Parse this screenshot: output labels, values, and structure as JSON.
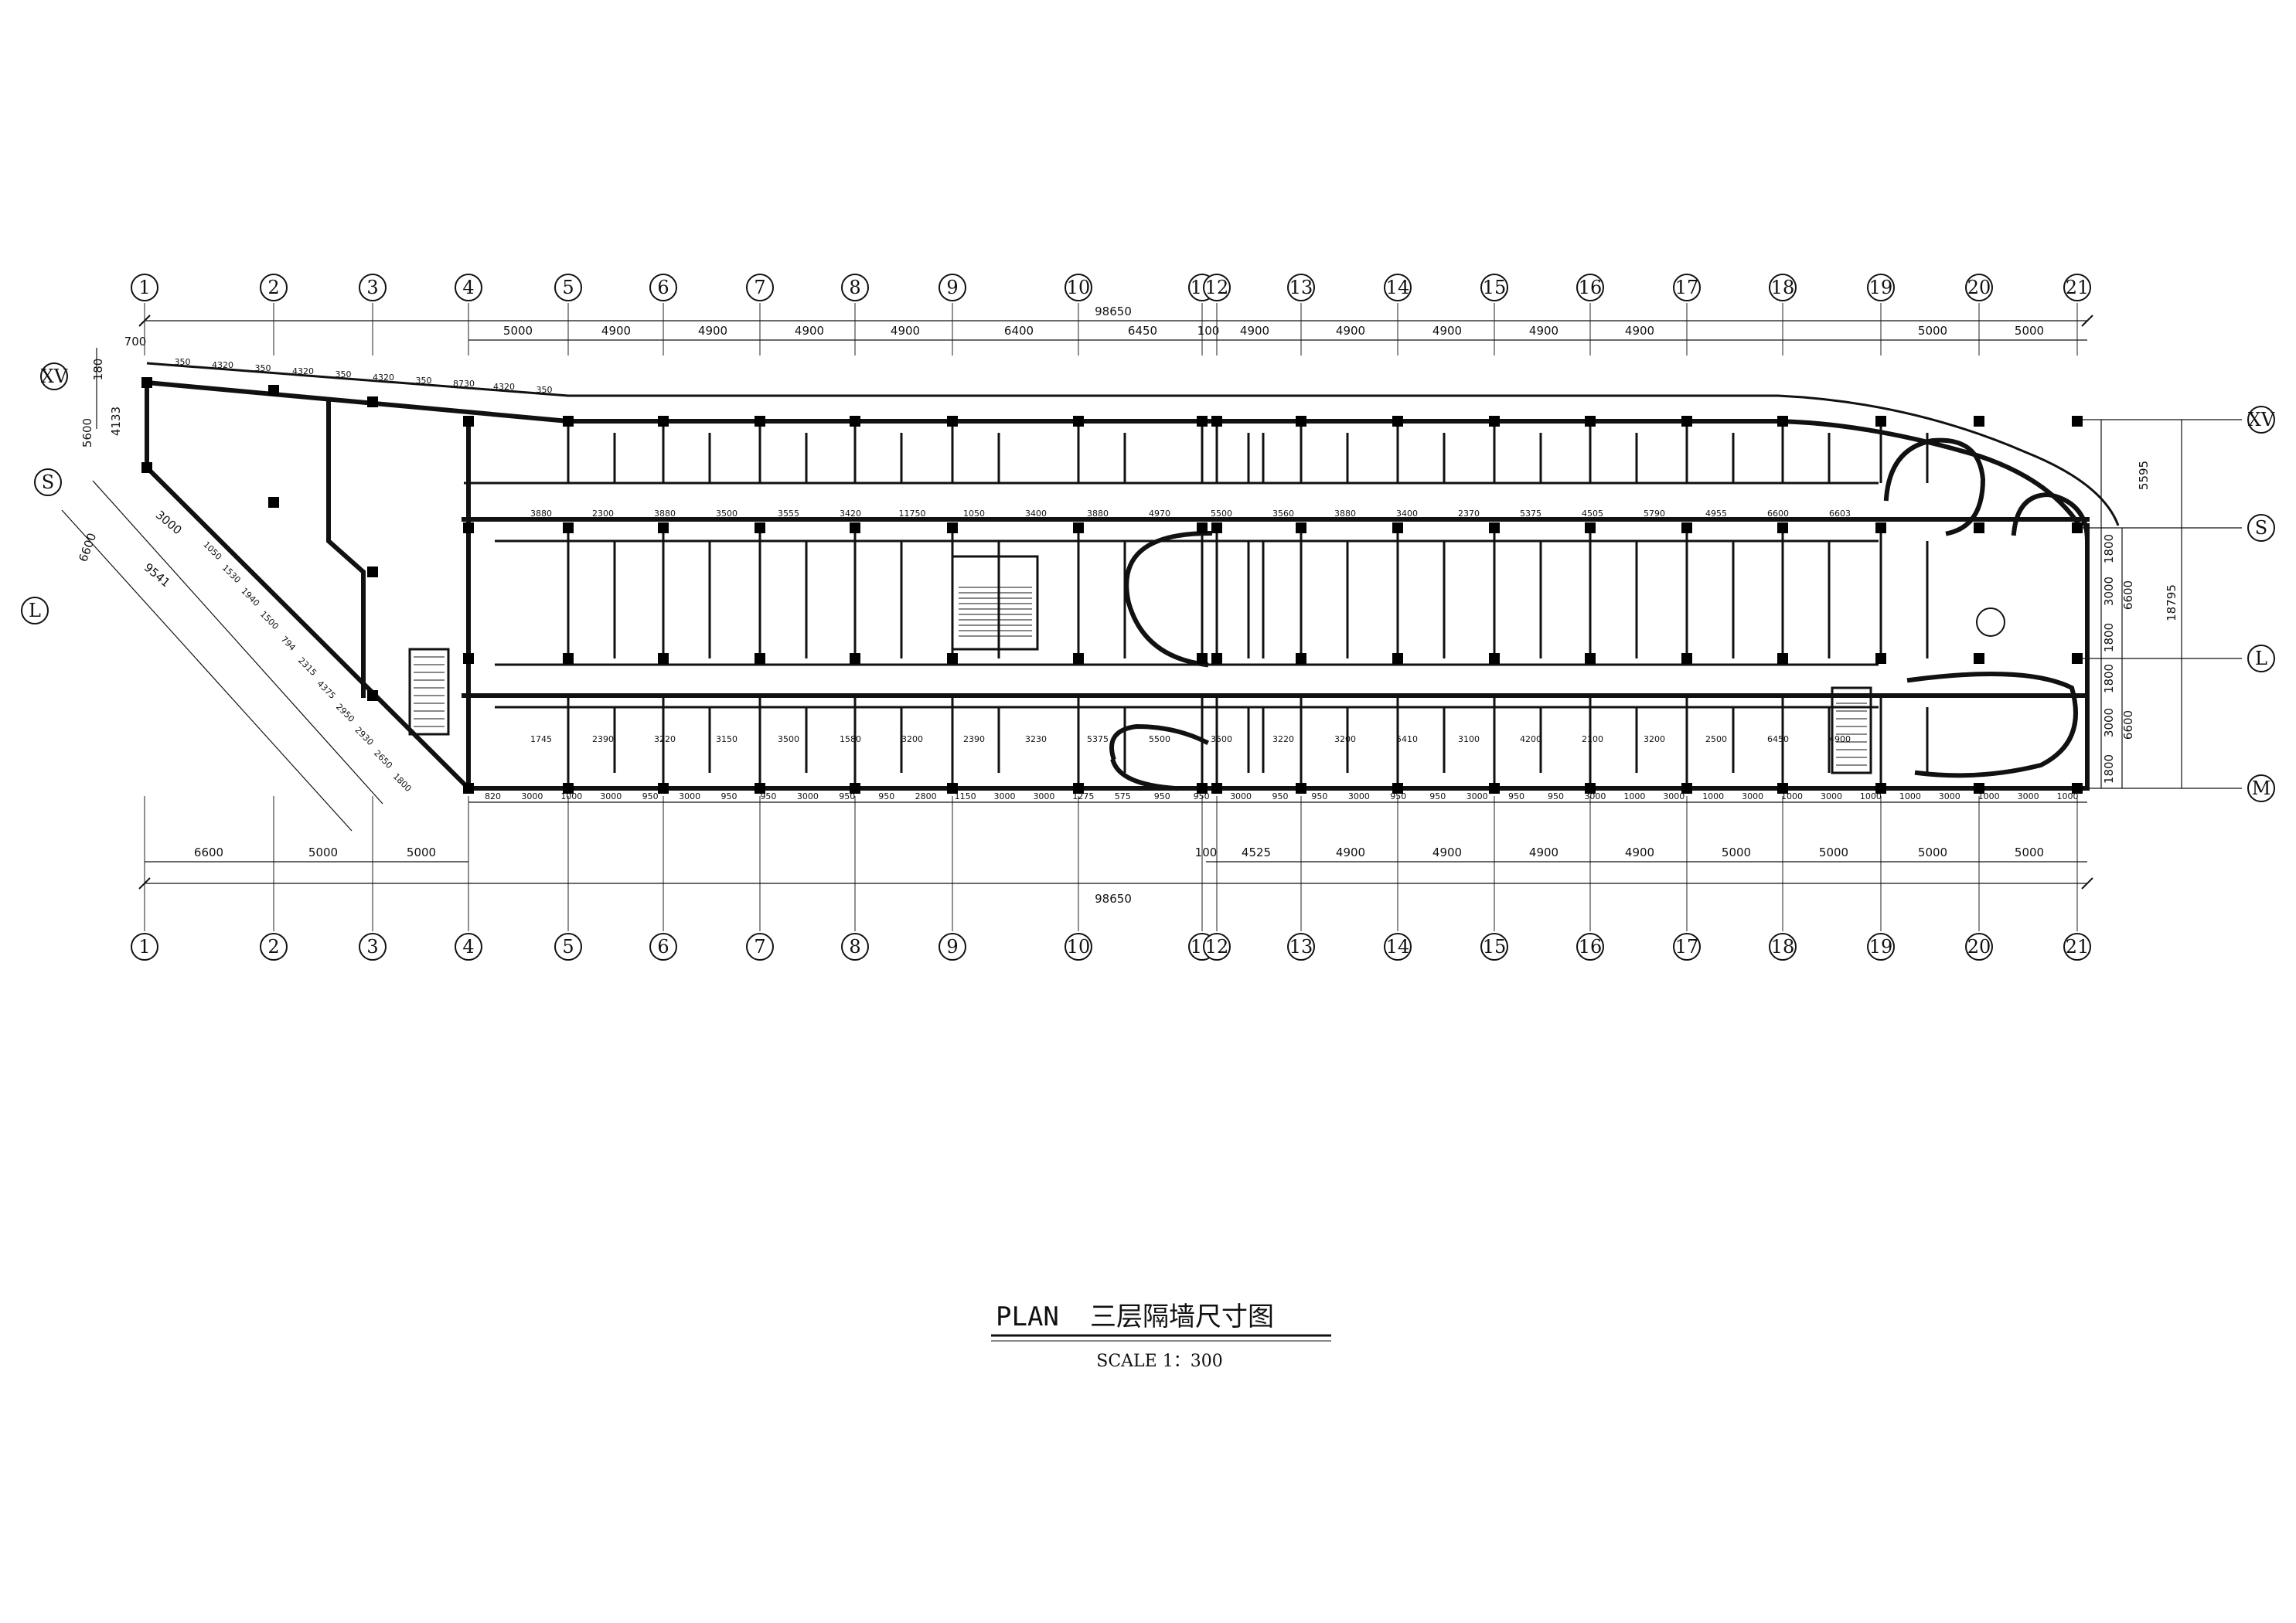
{
  "title": {
    "prefix": "PLAN",
    "name": "三层隔墙尺寸图",
    "scale": "SCALE 1：300"
  },
  "axes_numeric": [
    "1",
    "2",
    "3",
    "4",
    "5",
    "6",
    "7",
    "8",
    "9",
    "10",
    "11",
    "12",
    "13",
    "14",
    "15",
    "16",
    "17",
    "18",
    "19",
    "20",
    "21"
  ],
  "axes_letter": {
    "XV": "XV",
    "S": "S",
    "L": "L",
    "M": "M"
  },
  "overall": {
    "top": "98650",
    "bottom": "98650",
    "right": "18795"
  },
  "top_dims": [
    "5000",
    "4900",
    "4900",
    "4900",
    "4900",
    "6400",
    "6450",
    "100",
    "4900",
    "4900",
    "4900",
    "4900",
    "4900",
    "5000",
    "5000"
  ],
  "bottom_dims_row1": [
    "6600",
    "5000",
    "5000"
  ],
  "bottom_dims_row2": [
    "100",
    "4525",
    "4900",
    "4900",
    "4900",
    "4900",
    "5000",
    "5000",
    "5000",
    "5000"
  ],
  "bottom_module_dims": [
    "820",
    "3000",
    "1000",
    "3000",
    "950",
    "3000",
    "950",
    "950",
    "3000",
    "950",
    "950",
    "2800",
    "1150",
    "3000",
    "3000",
    "1275",
    "575",
    "950",
    "950",
    "3000",
    "950",
    "950",
    "3000",
    "950",
    "950",
    "3000",
    "950",
    "950",
    "3000",
    "1000",
    "3000",
    "1000",
    "3000",
    "1000",
    "3000",
    "1000",
    "1000",
    "3000",
    "1000",
    "3000",
    "1000"
  ],
  "right_dims": [
    "5595",
    "1800",
    "3000",
    "1800",
    "1800",
    "3000",
    "1800",
    "6600",
    "6600"
  ],
  "left_dims": [
    "700",
    "180",
    "5600",
    "4133",
    "6600",
    "3000",
    "9541"
  ],
  "diagonal_dims": [
    "1050",
    "1530",
    "1940",
    "1500",
    "794",
    "2315",
    "4375",
    "2950",
    "2930",
    "2650",
    "1800"
  ],
  "upper_dims": [
    "350",
    "4320",
    "350",
    "4320",
    "350",
    "4320",
    "350",
    "8730",
    "4320",
    "350"
  ],
  "room_dims": [
    "3880",
    "2300",
    "3880",
    "3500",
    "3555",
    "3420",
    "11750",
    "1050",
    "3400",
    "3880",
    "4970",
    "5500",
    "3560",
    "3880",
    "3400",
    "2370",
    "5375",
    "4505",
    "5790",
    "4955",
    "6600",
    "6603",
    "1745",
    "2390",
    "3220",
    "3150",
    "3500",
    "1580",
    "3200",
    "2390",
    "3230",
    "5375",
    "5500",
    "3500",
    "3220",
    "3200",
    "5410",
    "3100",
    "4200",
    "2100",
    "3200",
    "2500",
    "6450",
    "4900"
  ],
  "colors": {
    "ink": "#111111",
    "paper": "#ffffff"
  }
}
